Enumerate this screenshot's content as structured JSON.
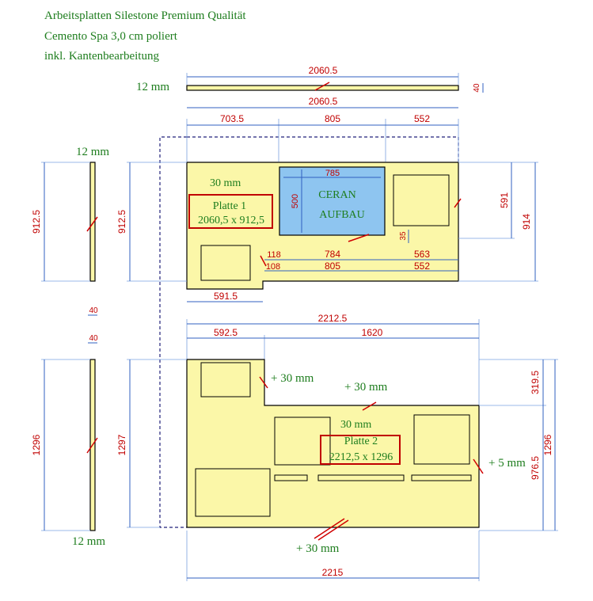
{
  "header": {
    "line1": "Arbeitsplatten Silestone Premium Qualität",
    "line2": "Cemento Spa 3,0 cm poliert",
    "line3": "inkl. Kantenbearbeitung"
  },
  "labels": {
    "strip_top": "12 mm",
    "side_top": "12 mm",
    "side_bottom": "12 mm",
    "plate1_thickness": "30 mm",
    "plate1_name": "Platte 1",
    "plate1_size": "2060,5 x 912,5",
    "ceran1": "CERAN",
    "ceran2": "AUFBAU",
    "plus30_left": "+ 30 mm",
    "plus30_top": "+ 30 mm",
    "plate2_thickness": "30 mm",
    "plate2_name": "Platte 2",
    "plate2_size": "2212,5 x 1296",
    "plus5": "+ 5 mm",
    "plus30_bottom": "+ 30 mm"
  },
  "dims": {
    "strip_len": "2060.5",
    "strip_h": "40",
    "p1_total": "2060.5",
    "p1_a": "703.5",
    "p1_b": "805",
    "p1_c": "552",
    "ceran_w": "785",
    "ceran_h": "500",
    "p1_h_left": "912.5",
    "side1_h": "912.5",
    "p1_right_inner": "591",
    "p1_right_outer": "914",
    "p1_118": "118",
    "p1_784": "784",
    "p1_563": "563",
    "p1_108": "108",
    "p1_805b": "805",
    "p1_552b": "552",
    "p1_35": "35",
    "p1_5915": "591.5",
    "side1_w": "40",
    "side2_w": "40",
    "p2_total": "2212.5",
    "p2_a": "592.5",
    "p2_b": "1620",
    "p2_h_left": "1297",
    "side2_h": "1296",
    "p2_r1": "319.5",
    "p2_r2": "976.5",
    "p2_r_total": "1296",
    "p2_bottom": "2215"
  }
}
